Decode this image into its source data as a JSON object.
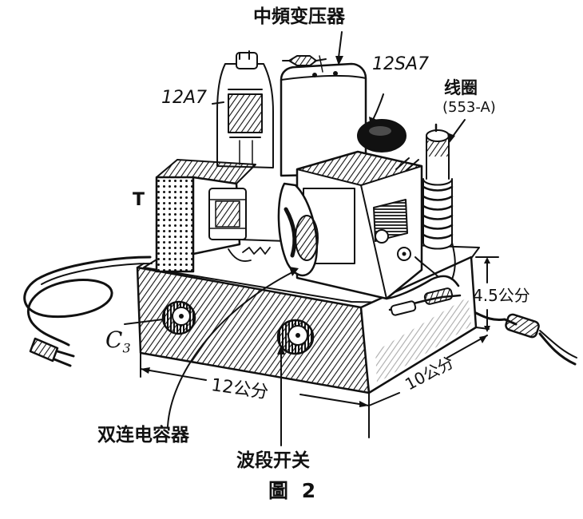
{
  "figure": {
    "caption": "圖 2",
    "labels": {
      "if_transformer": "中頻变压器",
      "tube_12a7": "12A7",
      "tube_12sa7": "12SA7",
      "coil": "线圈",
      "coil_model": "(553-A)",
      "transformer_t": "T",
      "capacitor_c3": "C",
      "capacitor_c3_sub": "3",
      "dual_capacitor": "双连电容器",
      "band_switch": "波段开关"
    },
    "dimensions": {
      "width": "12公分",
      "depth": "10公分",
      "height": "4.5公分"
    }
  },
  "colors": {
    "ink": "#111111",
    "paper": "#ffffff"
  }
}
